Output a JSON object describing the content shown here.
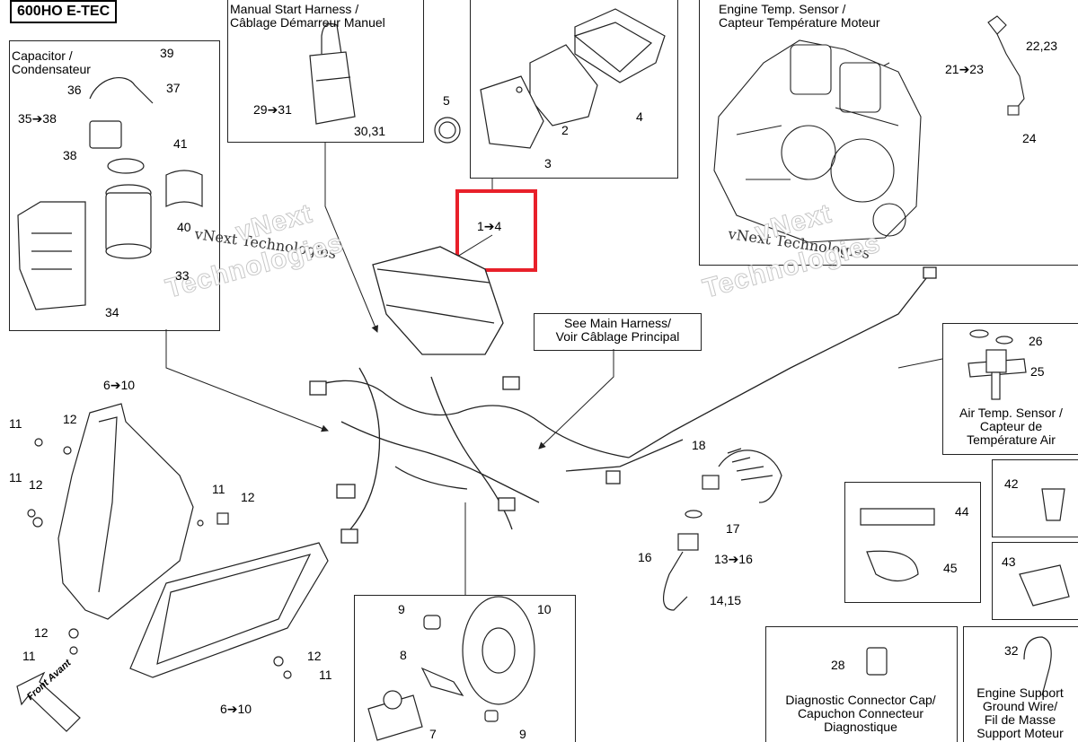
{
  "title": "600HO E-TEC",
  "side_code": "238091264-1a-01b-02b-03-06-07b",
  "watermark_text": "vNext Technologies",
  "watermark_text_big_a": "vNext",
  "watermark_text_big_b": "Technologies",
  "boxes": {
    "capacitor": "Capacitor /\nCondensateur",
    "manual_start": "Manual Start Harness /\nCâblage Démarreur Manuel",
    "engine_temp": "Engine Temp. Sensor /\nCapteur Température Moteur",
    "main_harness": "See Main Harness/\nVoir Câblage Principal",
    "air_temp": "Air Temp. Sensor /\nCapteur de\nTempérature Air",
    "diag_cap": "Diagnostic Connector Cap/\nCapuchon Connecteur\nDiagnostique",
    "ground_wire": "Engine Support\nGround Wire/\nFil de Masse\nSupport Moteur"
  },
  "callouts": {
    "c39": "39",
    "c36": "36",
    "c37": "37",
    "c35_38": "35➔38",
    "c38": "38",
    "c41": "41",
    "c40": "40",
    "c33": "33",
    "c34": "34",
    "c29_31": "29➔31",
    "c30_31": "30,31",
    "c5": "5",
    "c4": "4",
    "c2": "2",
    "c3": "3",
    "c1_4": "1➔4",
    "c22_23": "22,23",
    "c21_23": "21➔23",
    "c24": "24",
    "c26": "26",
    "c25": "25",
    "c6_10a": "6➔10",
    "c11a": "11",
    "c12a": "12",
    "c11b": "11",
    "c12b": "12",
    "c11c": "11",
    "c12c": "12",
    "c12d": "12",
    "c11d": "11",
    "c12e": "12",
    "c11e": "11",
    "c6_10b": "6➔10",
    "c18": "18",
    "c17": "17",
    "c16": "16",
    "c13_16": "13➔16",
    "c14_15": "14,15",
    "c42": "42",
    "c44": "44",
    "c45": "45",
    "c43": "43",
    "c9a": "9",
    "c10": "10",
    "c8": "8",
    "c7": "7",
    "c9b": "9",
    "c28": "28",
    "c32": "32"
  },
  "front_label": "Front\nAvant",
  "colors": {
    "highlight": "#e8202a",
    "line": "#222222"
  }
}
